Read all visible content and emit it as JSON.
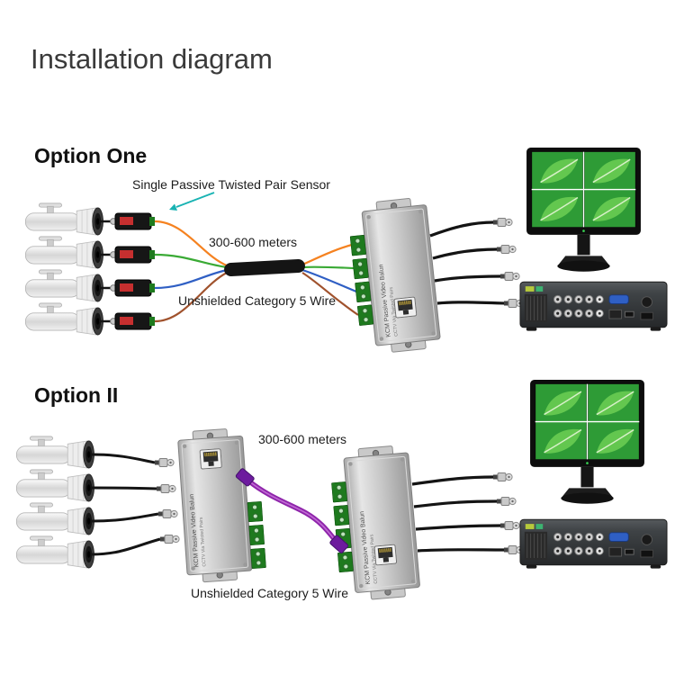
{
  "page": {
    "title": "Installation diagram",
    "background": "#ffffff"
  },
  "option_one": {
    "heading": "Option One",
    "sensor_label": "Single Passive Twisted Pair Sensor",
    "distance_label": "300-600 meters",
    "wire_label": "Unshielded Category 5 Wire",
    "camera_count": 4
  },
  "option_two": {
    "heading": "Option II",
    "distance_label": "300-600 meters",
    "wire_label": "Unshielded Category 5 Wire",
    "camera_count": 4
  },
  "devices": {
    "camera": "bullet-cctv-camera",
    "single_balun": "single-channel-passive-balun",
    "four_channel_balun": {
      "line1": "KCM Passive Video Balun",
      "line2": "CCTV Via Twisted Pairs"
    },
    "monitor": "quad-view-monitor",
    "dvr": "dvr-recorder",
    "patch_cable": "rj45-patch-cable"
  },
  "colors": {
    "background": "#ffffff",
    "heading_text": "#111111",
    "label_text": "#1c1c1c",
    "screen_green": "#2e9b36",
    "leaf_green": "#63c74f",
    "cable_black": "#141414",
    "patch_purple": "#8e24aa",
    "wire_orange": "#f58220",
    "wire_green": "#3aaa35",
    "wire_blue": "#2f5fc4",
    "wire_brown": "#a0522d",
    "terminal_green": "#1e7a1e",
    "balun_silver": "#c7c7c7",
    "arrow_teal": "#19b3b3"
  }
}
